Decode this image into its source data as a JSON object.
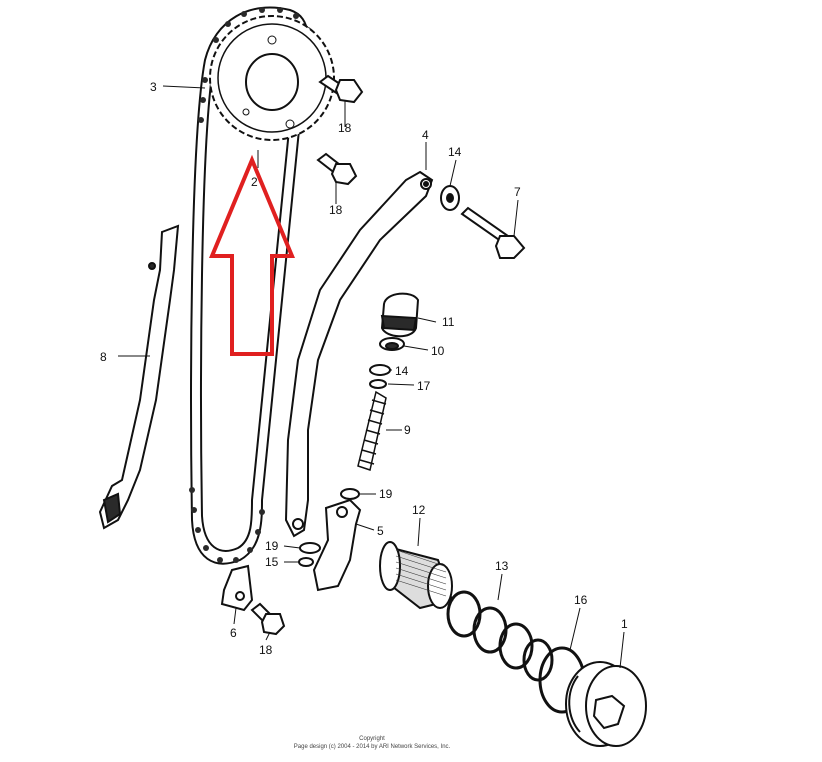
{
  "diagram": {
    "title": "",
    "callouts": {
      "c1": "1",
      "c2": "2",
      "c3": "3",
      "c4": "4",
      "c5": "5",
      "c6": "6",
      "c7": "7",
      "c8": "8",
      "c9": "9",
      "c10": "10",
      "c11": "11",
      "c12": "12",
      "c13": "13",
      "c14a": "14",
      "c14b": "14",
      "c15": "15",
      "c16": "16",
      "c17": "17",
      "c18a": "18",
      "c18b": "18",
      "c18c": "18",
      "c19a": "19",
      "c19b": "19"
    },
    "copyright_line1": "Copyright",
    "copyright_line2": "Page design (c) 2004 - 2014 by ARI Network Services, Inc."
  },
  "annotation": {
    "arrow_color": "#e02020",
    "arrow_direction": "up"
  },
  "colors": {
    "line": "#111111",
    "fill_dark": "#2a2a2a",
    "fill_light": "#ffffff"
  }
}
